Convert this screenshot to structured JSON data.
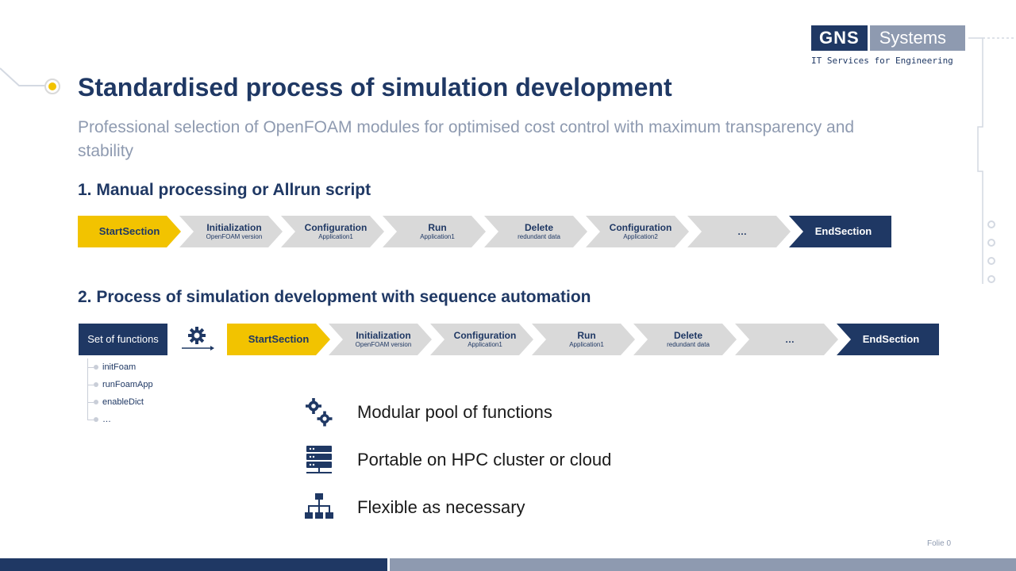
{
  "logo": {
    "brand_left": "GNS",
    "brand_right": "Systems",
    "tagline": "IT Services for Engineering"
  },
  "slide": {
    "title": "Standardised process of simulation development",
    "subtitle": "Professional selection of OpenFOAM modules for optimised cost control with maximum transparency and stability",
    "footer": "Folie 0"
  },
  "section1": {
    "heading": "1. Manual processing or Allrun script",
    "steps": [
      {
        "title": "StartSection",
        "sub": ""
      },
      {
        "title": "Initialization",
        "sub": "OpenFOAM version"
      },
      {
        "title": "Configuration",
        "sub": "Application1"
      },
      {
        "title": "Run",
        "sub": "Application1"
      },
      {
        "title": "Delete",
        "sub": "redundant data"
      },
      {
        "title": "Configuration",
        "sub": "Application2"
      },
      {
        "title": "…",
        "sub": ""
      },
      {
        "title": "EndSection",
        "sub": ""
      }
    ]
  },
  "section2": {
    "heading": "2. Process of simulation development with sequence automation",
    "functions_box": "Set of functions",
    "functions": [
      "initFoam",
      "runFoamApp",
      "enableDict",
      "…"
    ],
    "steps": [
      {
        "title": "StartSection",
        "sub": ""
      },
      {
        "title": "Initialization",
        "sub": "OpenFOAM version"
      },
      {
        "title": "Configuration",
        "sub": "Application1"
      },
      {
        "title": "Run",
        "sub": "Application1"
      },
      {
        "title": "Delete",
        "sub": "redundant data"
      },
      {
        "title": "…",
        "sub": ""
      },
      {
        "title": "EndSection",
        "sub": ""
      }
    ]
  },
  "features": [
    {
      "icon": "gears-icon",
      "label": "Modular pool of functions"
    },
    {
      "icon": "server-icon",
      "label": "Portable on HPC cluster or cloud"
    },
    {
      "icon": "hierarchy-icon",
      "label": "Flexible as necessary"
    }
  ],
  "colors": {
    "navy": "#1f3864",
    "yellow": "#f2c300",
    "grey": "#d9d9d9",
    "slate": "#8e9ab0"
  }
}
